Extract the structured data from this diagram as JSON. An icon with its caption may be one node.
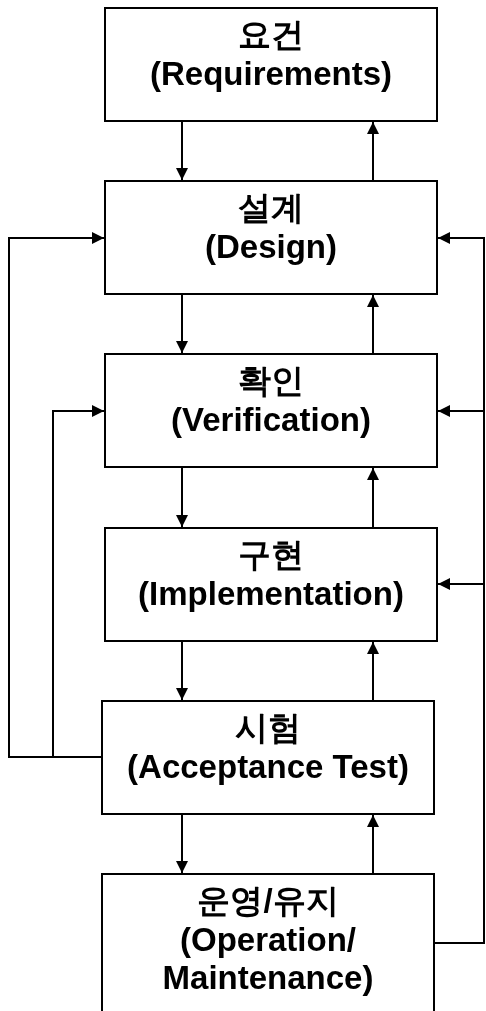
{
  "diagram": {
    "nodes": [
      {
        "text": [
          "요건",
          "(Requirements)"
        ]
      },
      {
        "text": [
          "설계",
          "(Design)"
        ]
      },
      {
        "text": [
          "확인",
          "(Verification)"
        ]
      },
      {
        "text": [
          "구현",
          "(Implementation)"
        ]
      },
      {
        "text": [
          "시험",
          "(Acceptance Test)"
        ]
      },
      {
        "text": [
          "운영/유지",
          "(Operation/ Maintenance)"
        ]
      }
    ],
    "edges": [
      {
        "from": 0,
        "to": 1,
        "arrow": "to"
      },
      {
        "from": 1,
        "to": 0,
        "arrow": "to"
      },
      {
        "from": 1,
        "to": 2,
        "arrow": "to"
      },
      {
        "from": 2,
        "to": 1,
        "arrow": "to"
      },
      {
        "from": 2,
        "to": 3,
        "arrow": "to"
      },
      {
        "from": 3,
        "to": 2,
        "arrow": "to"
      },
      {
        "from": 3,
        "to": 4,
        "arrow": "to"
      },
      {
        "from": 4,
        "to": 3,
        "arrow": "to"
      },
      {
        "from": 4,
        "to": 5,
        "arrow": "to"
      },
      {
        "from": 5,
        "to": 4,
        "arrow": "to"
      },
      {
        "from": 4,
        "to": 1,
        "arrow": "to"
      },
      {
        "from": 4,
        "to": 2,
        "arrow": "to"
      },
      {
        "from": 5,
        "to": 1,
        "arrow": "to"
      },
      {
        "from": 5,
        "to": 2,
        "arrow": "to"
      },
      {
        "from": 5,
        "to": 3,
        "arrow": "to"
      }
    ]
  }
}
